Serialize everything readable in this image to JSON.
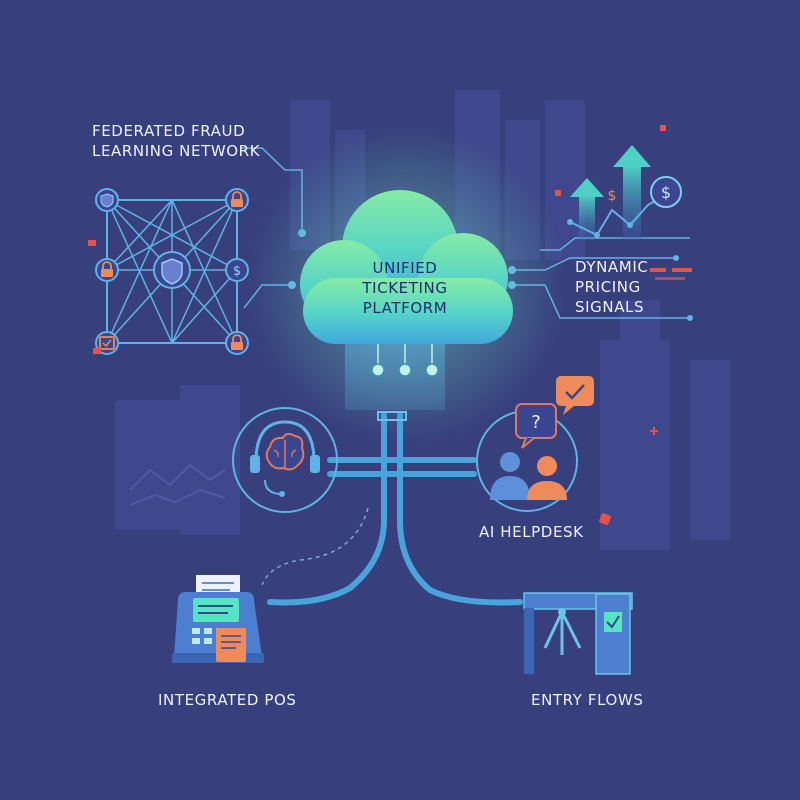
{
  "hub": {
    "lines": [
      "UNIFIED",
      "TICKETING",
      "PLATFORM"
    ]
  },
  "fraud": {
    "lines": [
      "FEDERATED FRAUD",
      "LEARNING NETWORK"
    ]
  },
  "pricing": {
    "lines": [
      "DYNAMIC",
      "PRICING",
      "SIGNALS"
    ],
    "currency_symbol": "$"
  },
  "helpdesk": {
    "label": "AI HELPDESK",
    "question_mark": "?"
  },
  "pos": {
    "label": "INTEGRATED POS"
  },
  "entry": {
    "label": "ENTRY FLOWS"
  },
  "colors": {
    "background": "#373f7c",
    "cyan": "#49b8e6",
    "teal": "#3fc9a8",
    "mint": "#7ce8a6",
    "orange": "#ef8a5a",
    "red": "#e5534b",
    "white": "#eef1ff"
  }
}
